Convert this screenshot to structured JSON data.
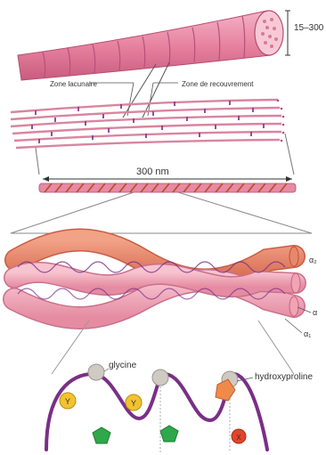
{
  "labels": {
    "fibril_diameter": "15–300 nm",
    "gap_zone": "Zone lacunaire",
    "overlap_zone": "Zone de recouvrement",
    "molecule_length": "300 nm",
    "alpha2": "α₂",
    "alpha": "α",
    "alpha1": "α₁",
    "glycine": "glycine",
    "hydroxyproline": "hydroxyproline",
    "residue_y": "Y",
    "residue_x": "X"
  },
  "colors": {
    "fibril_pink": "#e88aa8",
    "fibril_dark": "#c25a80",
    "collagen_salmon": "#e8876a",
    "helix_pink": "#f2a3b4",
    "chain_purple": "#7a2f86",
    "glycine_grey": "#cfcac2",
    "residue_yellow": "#f2c230",
    "residue_green": "#2ea84a",
    "residue_orange": "#f08a4a",
    "residue_red": "#e2442a"
  }
}
